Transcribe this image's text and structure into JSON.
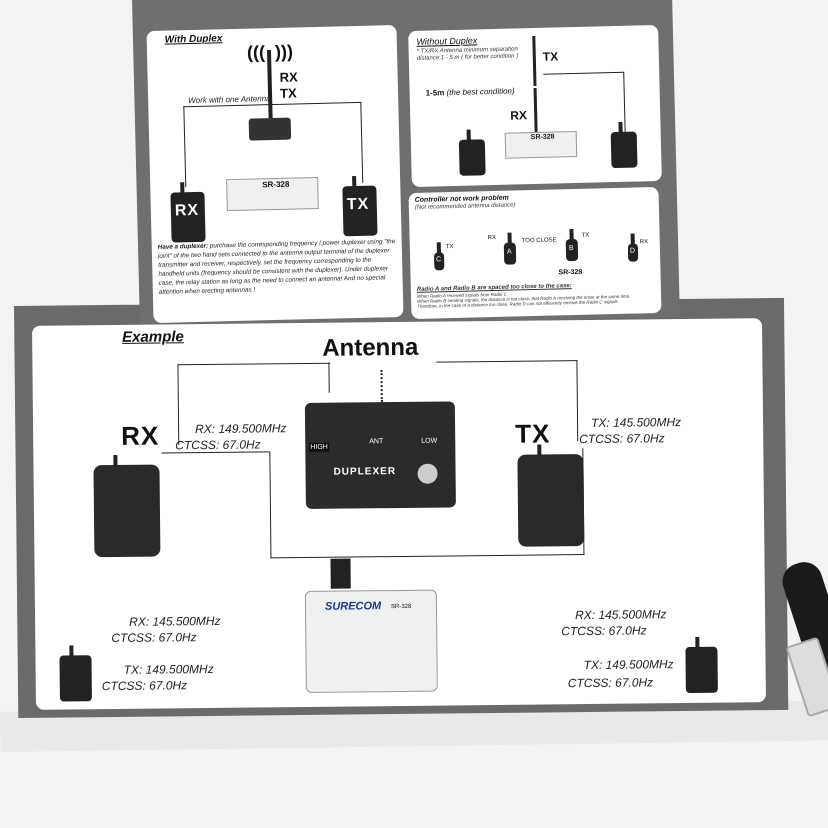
{
  "with_duplex": {
    "title": "With Duplex",
    "antenna_rx": "RX",
    "antenna_tx": "TX",
    "note": "Work with one Antenna",
    "left_radio": "RX",
    "right_radio": "TX",
    "controller_label": "SR-328",
    "description_lead": "Have a duplexer:",
    "description": "purchase the corresponding frequency / power duplexer using \"the joint\" of the two hand sets connected to the antenna output terminal of the duplexer transmitter and receiver, respectively, set the frequency corresponding to the handheld units (frequency should be consistent with the duplexer). Under duplexer case, the relay station as long as the need to connect an antenna! And no special attention when erecting antennas !"
  },
  "without_duplex": {
    "title": "Without Duplex",
    "note": "* TX/RX Antenna minimum separation distance 1 - 5 m ( for better condition )",
    "tx_label": "TX",
    "distance": "1-5m",
    "distance_note": "(the best condition)",
    "rx_label": "RX",
    "controller_label": "SR-328"
  },
  "controller_problem": {
    "title": "Controller not work problem",
    "subtitle": "(Not recommended antenna distance)",
    "nodes": [
      {
        "letter": "C",
        "tag": "TX"
      },
      {
        "letter": "A",
        "tag": "RX"
      },
      {
        "letter": "B",
        "tag": "TX"
      },
      {
        "letter": "D",
        "tag": "RX"
      }
    ],
    "too_close": "TOO CLOSE",
    "controller_label": "SR-328",
    "caption": "Radio A and Radio B are spaced too close to the case:",
    "line1": "When Radio A received signals from Radio C",
    "line2": "When Radio B sending signals, the distance is too close, that Radio A receiving the noise at the same time.",
    "line3": "Therefore, in the case of a distance too close, Radio D can not efficiently receive the Radio C signals"
  },
  "example": {
    "title": "Example",
    "antenna": "Antenna",
    "rx_label": "RX",
    "tx_label": "TX",
    "rx_freq": "RX: 149.500MHz",
    "rx_ctcss": "CTCSS: 67.0Hz",
    "tx_freq": "TX: 145.500MHz",
    "tx_ctcss": "CTCSS: 67.0Hz",
    "duplexer_name": "DUPLEXER",
    "duplexer_high": "HIGH",
    "duplexer_ant": "ANT",
    "duplexer_low": "LOW",
    "controller_brand": "SURECOM",
    "controller_model": "SR-328",
    "left_rx_freq": "RX: 145.500MHz",
    "left_rx_ctcss": "CTCSS: 67.0Hz",
    "left_tx_freq": "TX: 149.500MHz",
    "left_tx_ctcss": "CTCSS: 67.0Hz",
    "right_rx_freq": "RX: 145.500MHz",
    "right_rx_ctcss": "CTCSS: 67.0Hz",
    "right_tx_freq": "TX: 149.500MHz",
    "right_tx_ctcss": "CTCSS: 67.0Hz"
  }
}
